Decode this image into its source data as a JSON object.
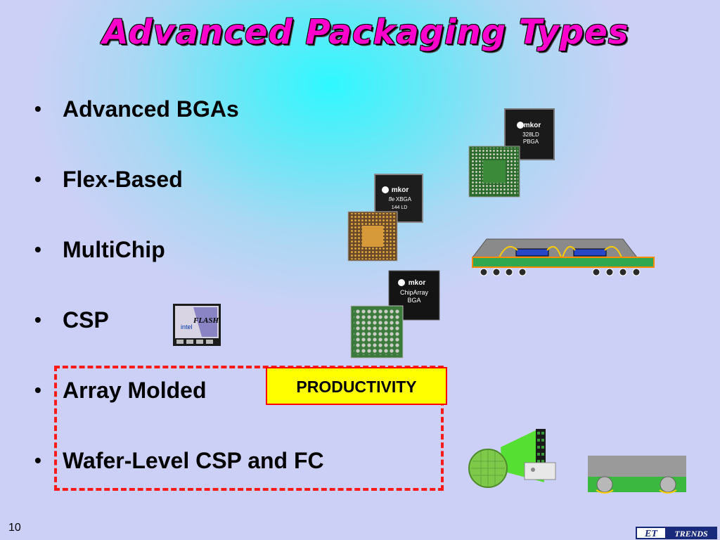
{
  "slide": {
    "title": "Advanced Packaging Types",
    "page_number": "10",
    "bullets": [
      "Advanced BGAs",
      "Flex-Based",
      "MultiChip",
      "CSP",
      "Array Molded",
      "Wafer-Level CSP and FC"
    ],
    "callout": "PRODUCTIVITY",
    "chip_labels": {
      "pbga": [
        "mkor",
        "328LD",
        "PBGA"
      ],
      "flexbga": [
        "mkor",
        "fle",
        "XBGA",
        "144 LD"
      ],
      "chiparray": [
        "mkor",
        "ChipArray",
        "BGA"
      ],
      "csp": [
        "intel",
        "FLASH"
      ]
    },
    "logo": {
      "et": "ET",
      "trends": "TRENDS"
    }
  },
  "colors": {
    "title": "#ff00cc",
    "callout_fill": "#ffff00",
    "dash_border": "#ff1a1a",
    "substrate_green": "#2fa84f"
  }
}
